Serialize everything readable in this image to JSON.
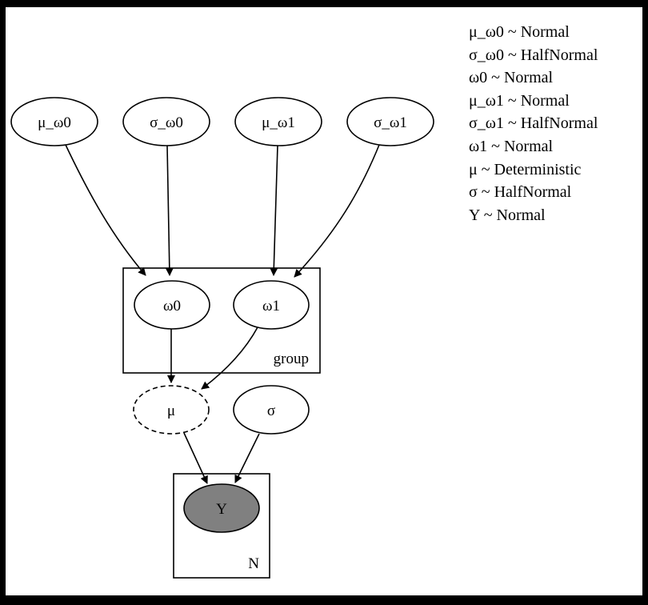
{
  "graph": {
    "title": "Model graph",
    "colors": {
      "background": "#ffffff",
      "frame": "#000000",
      "observed_fill": "#808080",
      "stroke": "#000000"
    },
    "nodes": [
      {
        "id": "mu_w0",
        "label": "μ_ω0",
        "kind": "free",
        "style": "solid"
      },
      {
        "id": "sigma_w0",
        "label": "σ_ω0",
        "kind": "free",
        "style": "solid"
      },
      {
        "id": "mu_w1",
        "label": "μ_ω1",
        "kind": "free",
        "style": "solid"
      },
      {
        "id": "sigma_w1",
        "label": "σ_ω1",
        "kind": "free",
        "style": "solid"
      },
      {
        "id": "w0",
        "label": "ω0",
        "kind": "free",
        "style": "solid",
        "plate": "group"
      },
      {
        "id": "w1",
        "label": "ω1",
        "kind": "free",
        "style": "solid",
        "plate": "group"
      },
      {
        "id": "mu",
        "label": "μ",
        "kind": "deterministic",
        "style": "dashed"
      },
      {
        "id": "sigma",
        "label": "σ",
        "kind": "free",
        "style": "solid"
      },
      {
        "id": "Y",
        "label": "Y",
        "kind": "observed",
        "style": "filled",
        "plate": "N"
      }
    ],
    "edges": [
      {
        "from": "mu_w0",
        "to": "w0"
      },
      {
        "from": "sigma_w0",
        "to": "w0"
      },
      {
        "from": "mu_w1",
        "to": "w1"
      },
      {
        "from": "sigma_w1",
        "to": "w1"
      },
      {
        "from": "w0",
        "to": "mu"
      },
      {
        "from": "w1",
        "to": "mu"
      },
      {
        "from": "mu",
        "to": "Y"
      },
      {
        "from": "sigma",
        "to": "Y"
      }
    ],
    "plates": [
      {
        "id": "group",
        "label": "group"
      },
      {
        "id": "N",
        "label": "N"
      }
    ]
  },
  "legend": [
    "μ_ω0 ~ Normal",
    "σ_ω0 ~ HalfNormal",
    "ω0 ~ Normal",
    "μ_ω1 ~ Normal",
    "σ_ω1 ~ HalfNormal",
    "ω1 ~ Normal",
    "μ ~ Deterministic",
    "σ ~ HalfNormal",
    "Y ~ Normal"
  ]
}
